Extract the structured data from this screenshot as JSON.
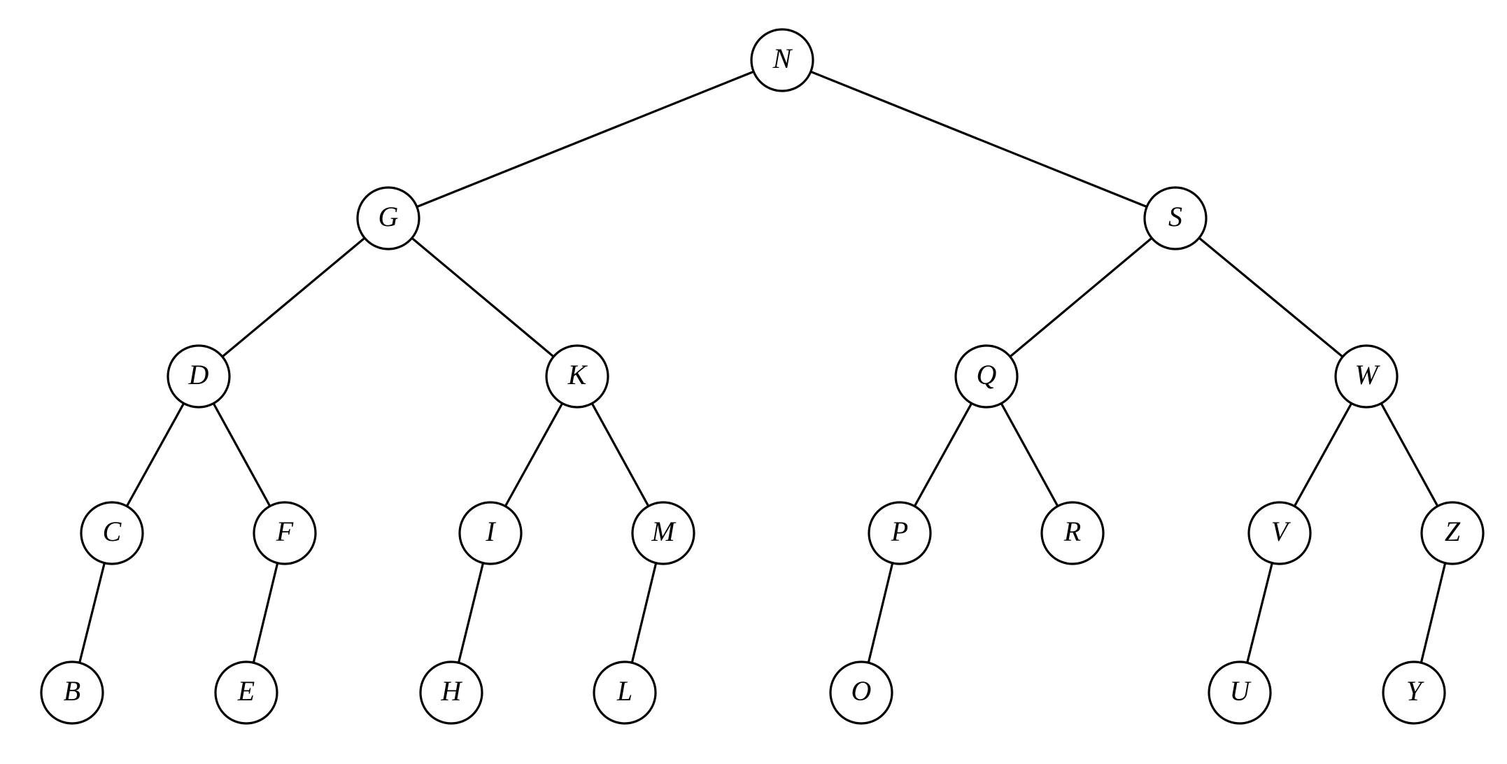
{
  "tree": {
    "nodes": [
      {
        "id": "N",
        "label": "N"
      },
      {
        "id": "G",
        "label": "G"
      },
      {
        "id": "S",
        "label": "S"
      },
      {
        "id": "D",
        "label": "D"
      },
      {
        "id": "K",
        "label": "K"
      },
      {
        "id": "Q",
        "label": "Q"
      },
      {
        "id": "W",
        "label": "W"
      },
      {
        "id": "C",
        "label": "C"
      },
      {
        "id": "F",
        "label": "F"
      },
      {
        "id": "I",
        "label": "I"
      },
      {
        "id": "M",
        "label": "M"
      },
      {
        "id": "P",
        "label": "P"
      },
      {
        "id": "R",
        "label": "R"
      },
      {
        "id": "V",
        "label": "V"
      },
      {
        "id": "Z",
        "label": "Z"
      },
      {
        "id": "B",
        "label": "B"
      },
      {
        "id": "E",
        "label": "E"
      },
      {
        "id": "H",
        "label": "H"
      },
      {
        "id": "L",
        "label": "L"
      },
      {
        "id": "O",
        "label": "O"
      },
      {
        "id": "U",
        "label": "U"
      },
      {
        "id": "Y",
        "label": "Y"
      }
    ],
    "edges": [
      [
        "N",
        "G"
      ],
      [
        "N",
        "S"
      ],
      [
        "G",
        "D"
      ],
      [
        "G",
        "K"
      ],
      [
        "S",
        "Q"
      ],
      [
        "S",
        "W"
      ],
      [
        "D",
        "C"
      ],
      [
        "D",
        "F"
      ],
      [
        "K",
        "I"
      ],
      [
        "K",
        "M"
      ],
      [
        "Q",
        "P"
      ],
      [
        "Q",
        "R"
      ],
      [
        "W",
        "V"
      ],
      [
        "W",
        "Z"
      ],
      [
        "C",
        "B"
      ],
      [
        "F",
        "E"
      ],
      [
        "I",
        "H"
      ],
      [
        "M",
        "L"
      ],
      [
        "P",
        "O"
      ],
      [
        "V",
        "U"
      ],
      [
        "Z",
        "Y"
      ]
    ]
  }
}
